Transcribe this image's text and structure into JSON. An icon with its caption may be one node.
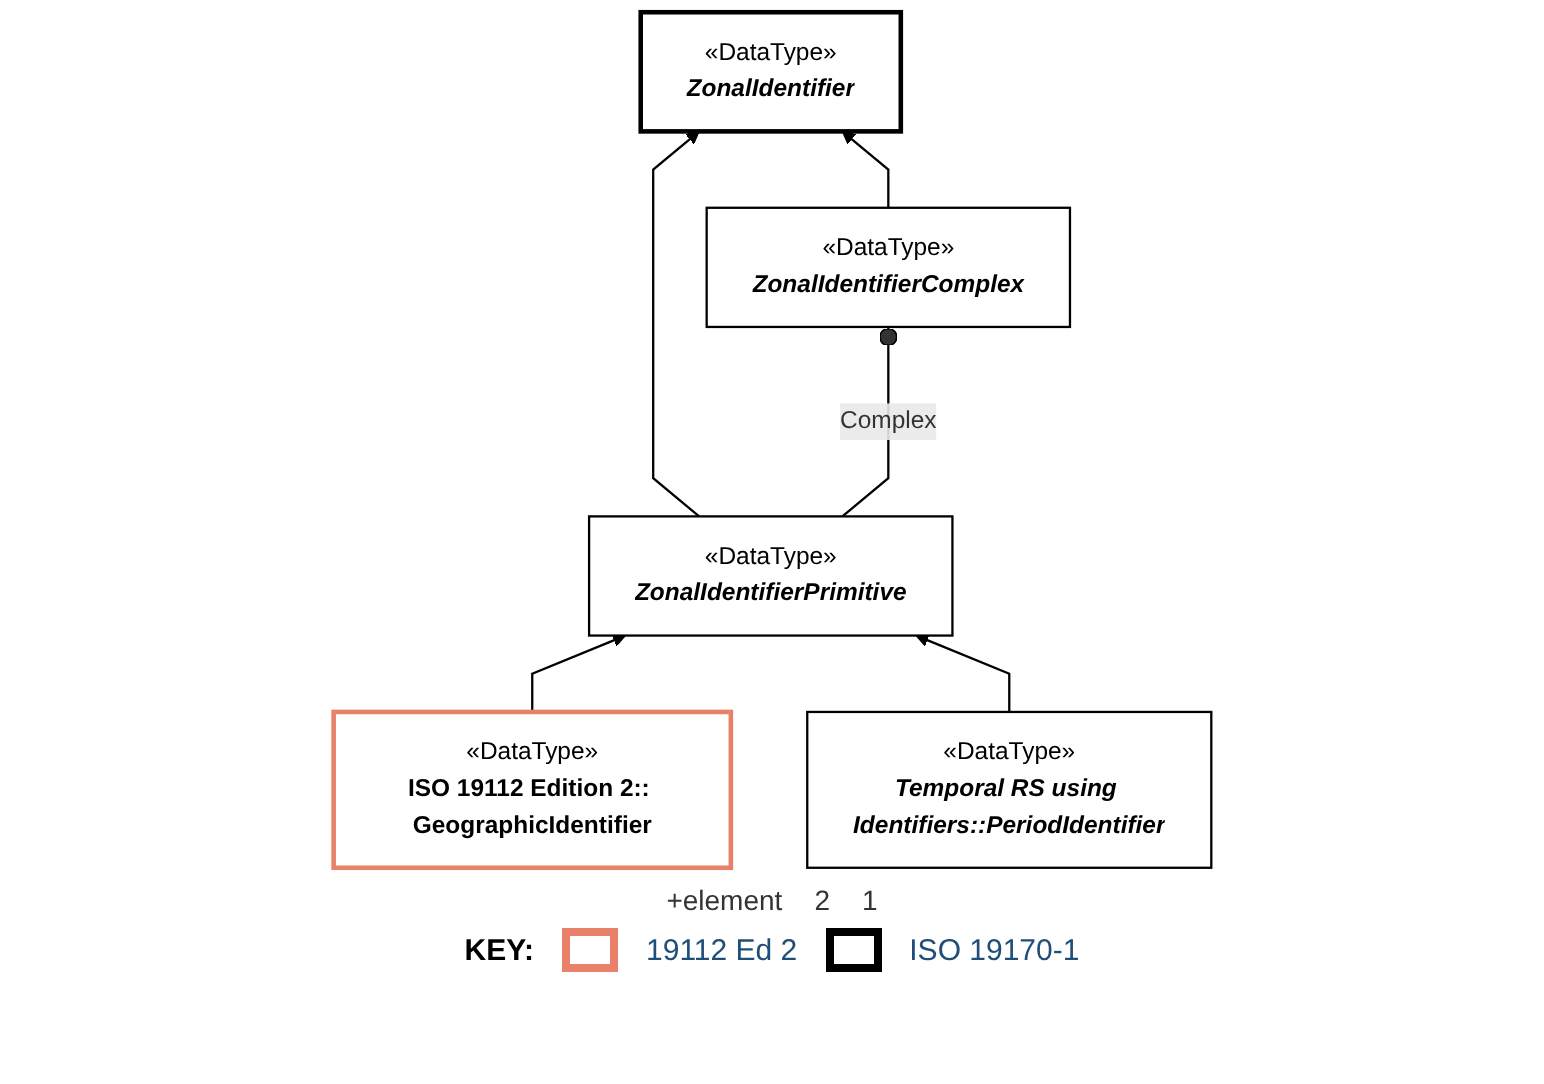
{
  "diagram": {
    "nodes": [
      {
        "text": [
          "«DataType»",
          "ZonalIdentifier"
        ]
      },
      {
        "text": [
          "«DataType»",
          "ZonalIdentifierPrimitive"
        ]
      },
      {
        "text": [
          "«DataType»",
          "ZonalIdentifierComplex"
        ]
      },
      {
        "text": [
          "«DataType»",
          "ISO 19112 Edition 2:: GeographicIdentifier"
        ]
      },
      {
        "text": [
          "«DataType»",
          "Temporal RS using Identifiers::PeriodIdentifier"
        ]
      }
    ],
    "edges": [
      {
        "from": 1,
        "to": 0,
        "arrow": "to"
      },
      {
        "from": 2,
        "to": 0,
        "arrow": "to"
      },
      {
        "from": 1,
        "to": 2,
        "arrow": "other",
        "label": "Complex"
      },
      {
        "from": 3,
        "to": 1,
        "arrow": "to"
      },
      {
        "from": 4,
        "to": 1,
        "arrow": "to"
      }
    ],
    "labels": [
      "+element",
      "2",
      "1",
      "KEY:"
    ],
    "legend": [
      {
        "text": "19112 Ed 2",
        "color": "#e8806a"
      },
      {
        "text": "ISO 19170-1",
        "color": "#000000"
      }
    ]
  }
}
